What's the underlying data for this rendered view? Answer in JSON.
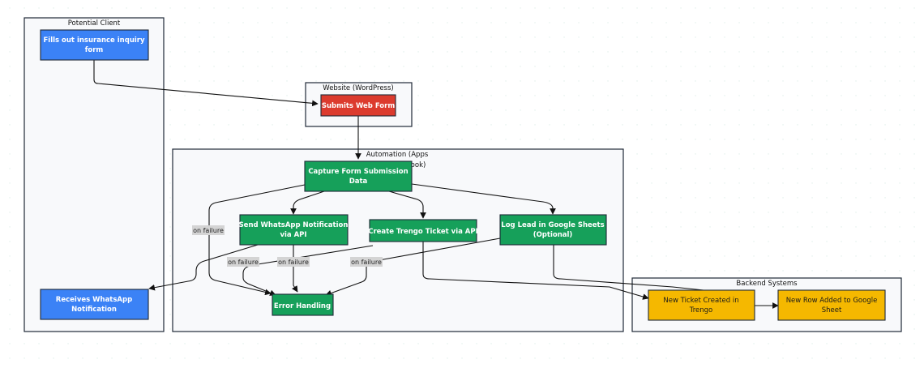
{
  "colors": {
    "client_blue": "#3b82f6",
    "web_red": "#dc3b2e",
    "automation_green": "#16a05a",
    "backend_yellow": "#f5b800",
    "grid": "#cfe6e0"
  },
  "clusters": {
    "potential_client": "Potential Client",
    "website": "Website (WordPress)",
    "automation_line1": "Automation (Apps",
    "automation_line2": "ook)",
    "backend": "Backend Systems"
  },
  "nodes": {
    "fill_form": [
      "Fills out insurance inquiry",
      "form"
    ],
    "receives_whatsapp": [
      "Receives WhatsApp",
      "Notification"
    ],
    "submits_form": [
      "Submits Web Form"
    ],
    "capture": [
      "Capture Form Submission",
      "Data"
    ],
    "send_whatsapp": [
      "Send WhatsApp Notification",
      "via API"
    ],
    "create_trengo": [
      "Create Trengo Ticket via API"
    ],
    "log_lead": [
      "Log Lead in Google Sheets",
      "(Optional)"
    ],
    "error_handling": [
      "Error Handling"
    ],
    "new_ticket": [
      "New Ticket Created in",
      "Trengo"
    ],
    "new_row": [
      "New Row Added to Google",
      "Sheet"
    ]
  },
  "edge_labels": {
    "on_failure": "on failure"
  }
}
